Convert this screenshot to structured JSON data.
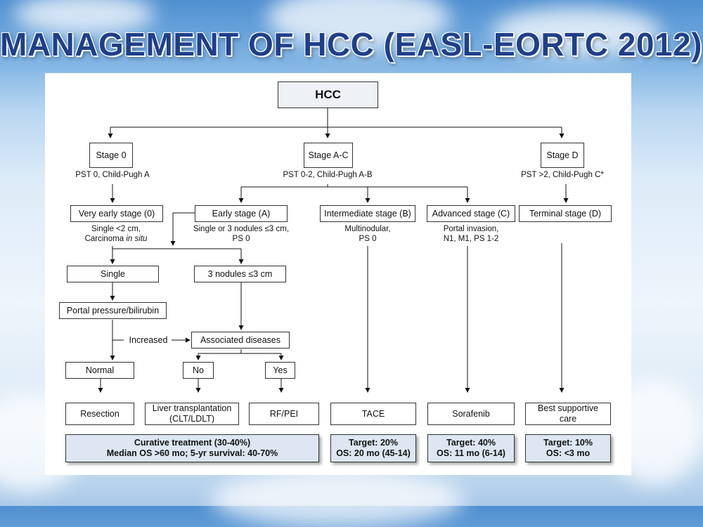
{
  "title": "MANAGEMENT OF HCC (EASL-EORTC 2012)",
  "root": "HCC",
  "stages": {
    "s0": {
      "label": "Stage 0",
      "criteria": "PST 0, Child-Pugh A"
    },
    "sac": {
      "label": "Stage A-C",
      "criteria": "PST 0-2, Child-Pugh A-B"
    },
    "sd": {
      "label": "Stage D",
      "criteria": "PST >2, Child-Pugh C*"
    }
  },
  "substages": {
    "very_early": {
      "label": "Very early stage (0)",
      "desc_1": "Single <2 cm,",
      "desc_2_a": "Carcinoma ",
      "desc_2_b": "in situ"
    },
    "early": {
      "label": "Early stage (A)",
      "desc_1": "Single or 3 nodules ≤3 cm,",
      "desc_2": "PS 0"
    },
    "intermediate": {
      "label": "Intermediate stage (B)",
      "desc_1": "Multinodular,",
      "desc_2": "PS 0"
    },
    "advanced": {
      "label": "Advanced stage (C)",
      "desc_1": "Portal invasion,",
      "desc_2": "N1, M1, PS 1-2"
    },
    "terminal": {
      "label": "Terminal stage (D)"
    }
  },
  "decisions": {
    "single": "Single",
    "three_nodules": "3 nodules ≤3 cm",
    "portal_pressure": "Portal pressure/bilirubin",
    "increased": "Increased",
    "associated": "Associated diseases",
    "normal": "Normal",
    "no": "No",
    "yes": "Yes"
  },
  "treatments": {
    "resection": "Resection",
    "transplant_1": "Liver transplantation",
    "transplant_2": "(CLT/LDLT)",
    "rfpei": "RF/PEI",
    "tace": "TACE",
    "sorafenib": "Sorafenib",
    "bsc_1": "Best supportive",
    "bsc_2": "care"
  },
  "outcomes": {
    "curative_1": "Curative treatment (30-40%)",
    "curative_2": "Median OS >60 mo; 5-yr survival: 40-70%",
    "tace_1": "Target: 20%",
    "tace_2": "OS: 20 mo (45-14)",
    "sorafenib_1": "Target: 40%",
    "sorafenib_2": "OS: 11 mo (6-14)",
    "bsc_1": "Target: 10%",
    "bsc_2": "OS: <3 mo"
  }
}
